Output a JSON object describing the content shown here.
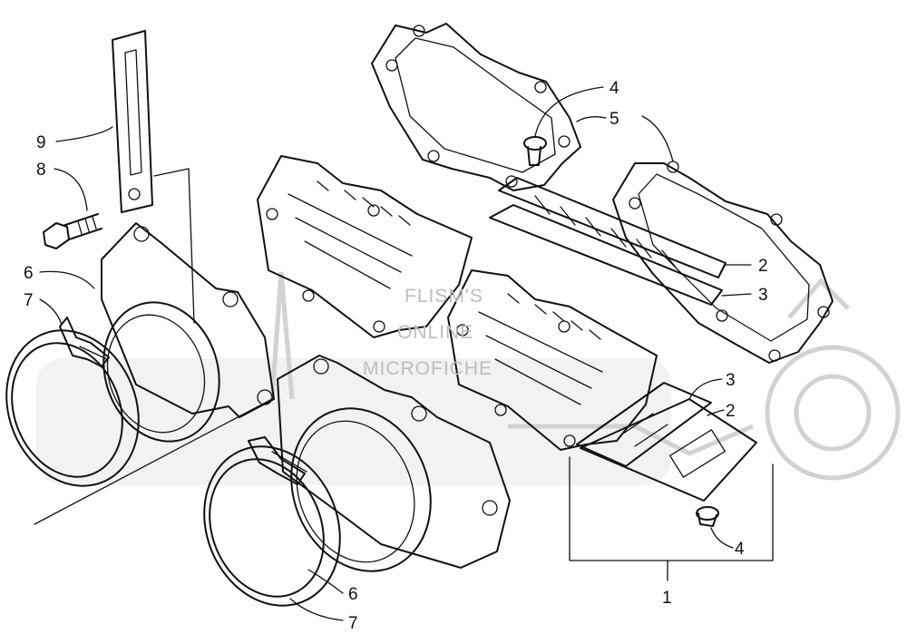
{
  "diagram": {
    "callouts": [
      "1",
      "2",
      "3",
      "4",
      "5",
      "6",
      "7",
      "8",
      "9"
    ],
    "callout_second": {
      "2": "2",
      "3": "3",
      "4": "4",
      "6": "6",
      "7": "7"
    },
    "watermark": {
      "line1": "FLISM'S",
      "line2": "ONLINE",
      "line3": "MICROFICHE"
    }
  }
}
